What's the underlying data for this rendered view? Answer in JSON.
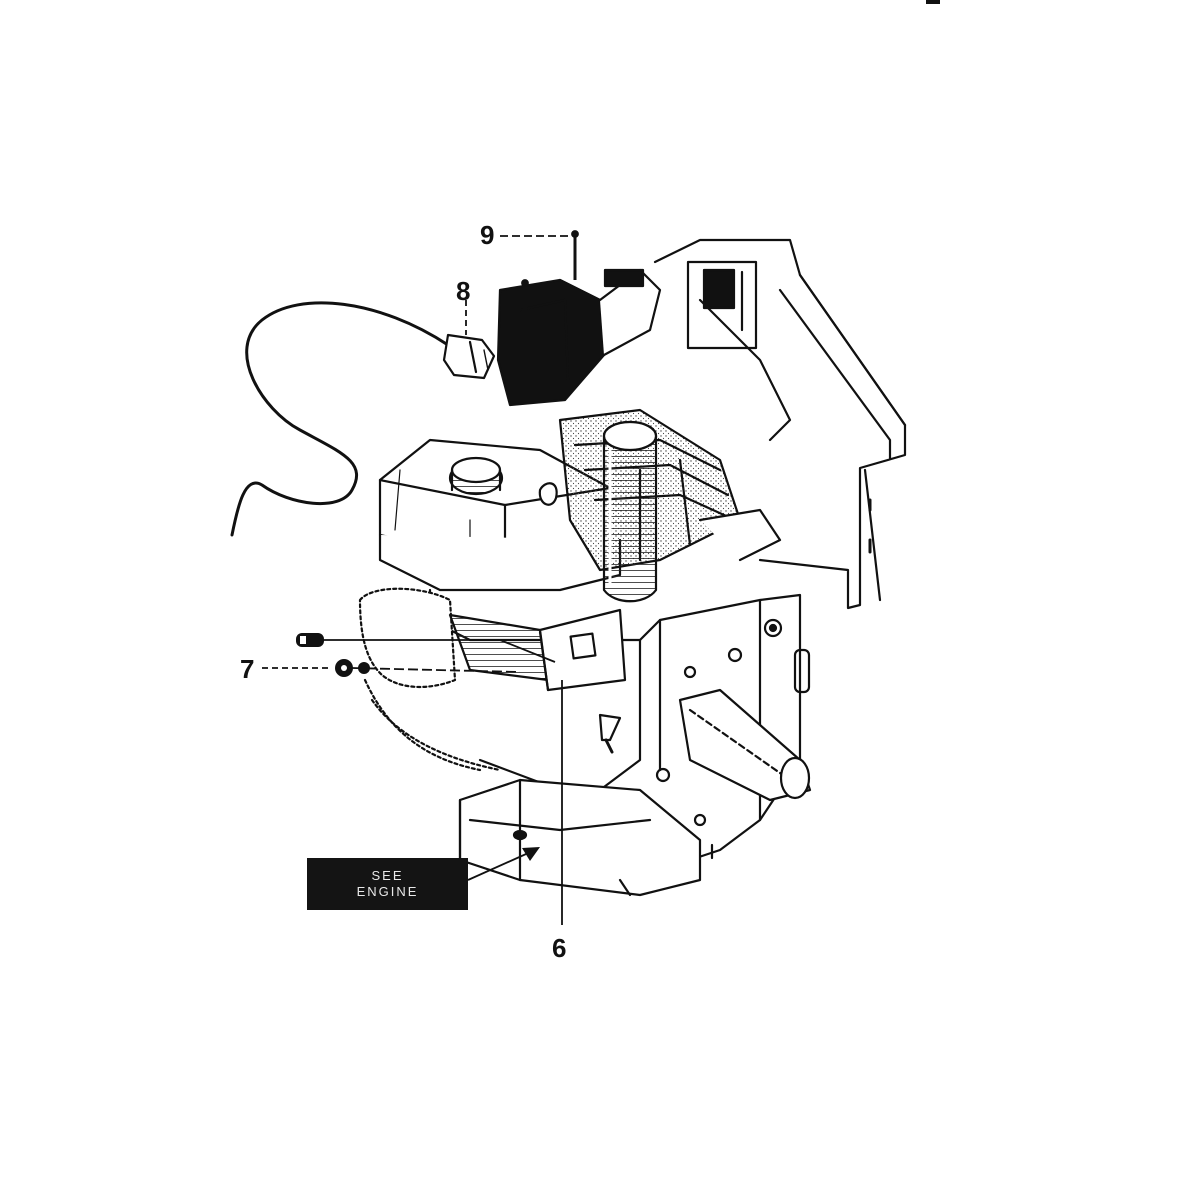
{
  "diagram": {
    "callouts": [
      {
        "id": "6",
        "label": "6"
      },
      {
        "id": "7",
        "label": "7"
      },
      {
        "id": "8",
        "label": "8"
      },
      {
        "id": "9",
        "label": "9"
      }
    ],
    "see_engine_box": {
      "line1": "SEE",
      "line2": "ENGINE"
    },
    "colors": {
      "ink": "#111111",
      "paper": "#ffffff",
      "label_box": "#141414"
    }
  }
}
